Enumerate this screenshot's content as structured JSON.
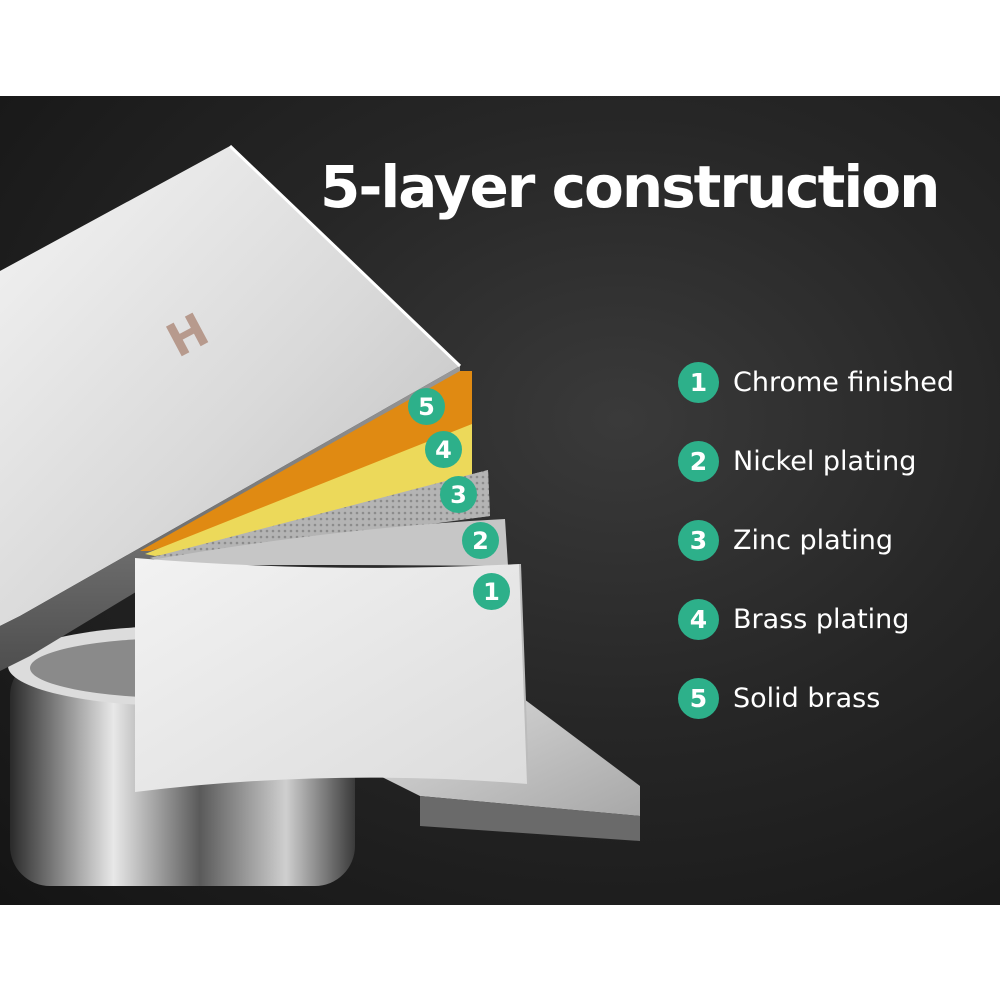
{
  "headline": "5-layer construction",
  "handle_mark": "H",
  "accent_color": "#2db08a",
  "layers": [
    {
      "number": "1",
      "label": "Chrome finished",
      "color": "#e9e9e9"
    },
    {
      "number": "2",
      "label": "Nickel plating",
      "color": "#c8c8c8"
    },
    {
      "number": "3",
      "label": "Zinc plating",
      "color": "#a9a9a9"
    },
    {
      "number": "4",
      "label": "Brass plating",
      "color": "#ecd95a"
    },
    {
      "number": "5",
      "label": "Solid brass",
      "color": "#e08a12"
    }
  ]
}
